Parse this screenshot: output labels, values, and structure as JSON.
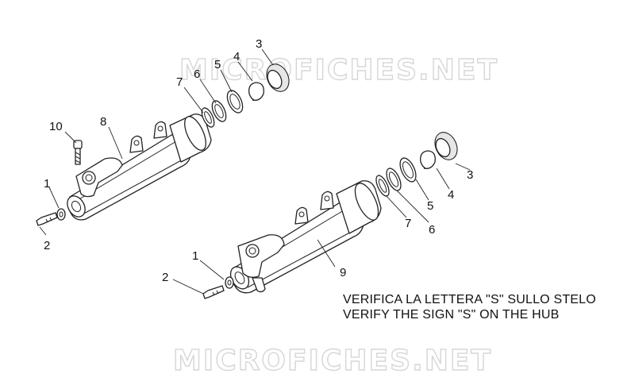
{
  "watermark": {
    "top": "MICROFICHES.NET",
    "bottom": "MICROFICHES.NET"
  },
  "note": {
    "line_it": "VERIFICA LA LETTERA \"S\" SULLO STELO",
    "line_en": "VERIFY THE SIGN \"S\" ON THE HUB"
  },
  "callouts": {
    "upper": {
      "p10": "10",
      "p8": "8",
      "p7": "7",
      "p6": "6",
      "p5": "5",
      "p4": "4",
      "p3": "3",
      "p1": "1",
      "p2": "2"
    },
    "lower": {
      "p3": "3",
      "p4": "4",
      "p5": "5",
      "p7": "7",
      "p6": "6",
      "p1": "1",
      "p9": "9",
      "p2": "2"
    }
  }
}
